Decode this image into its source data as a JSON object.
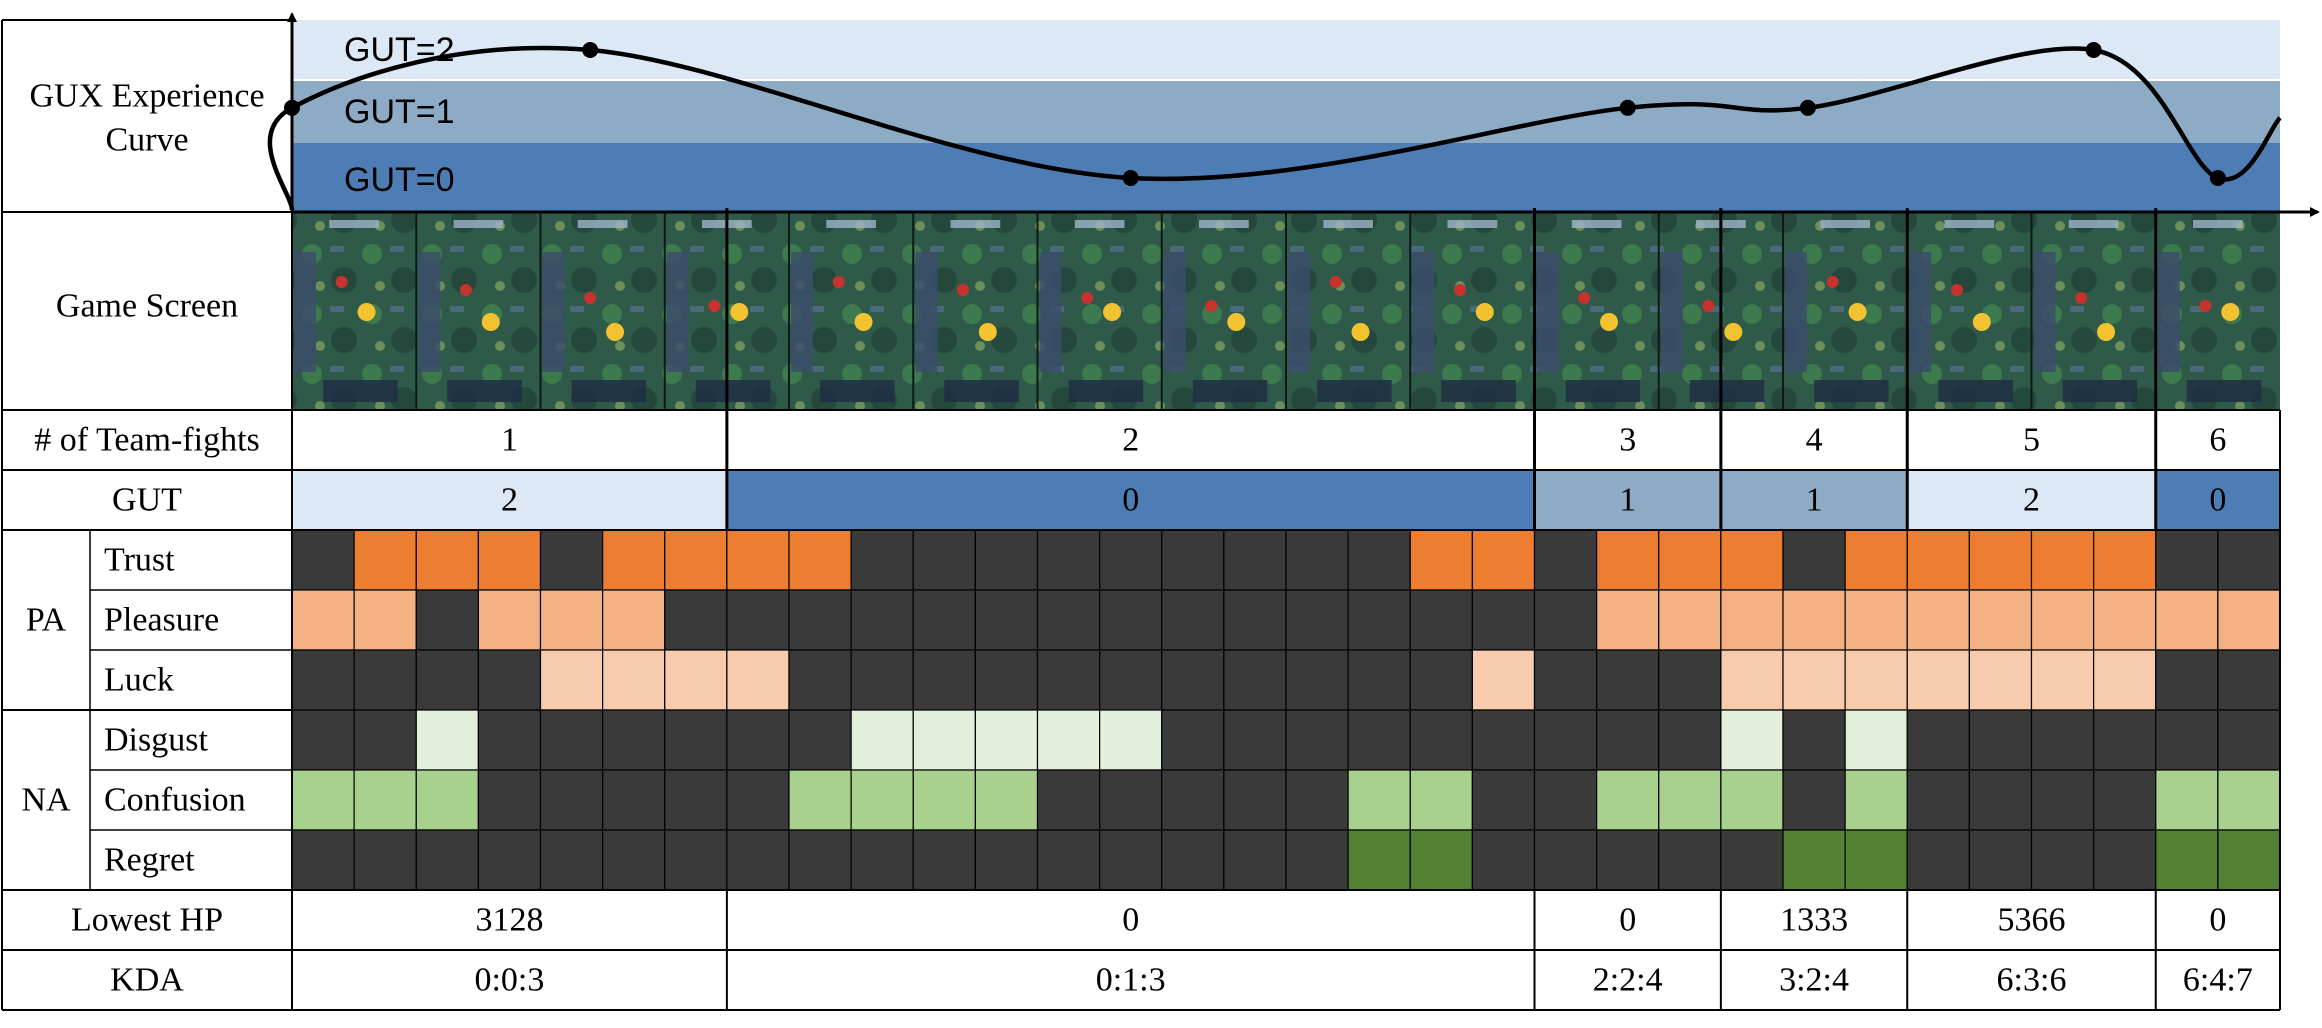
{
  "row_labels": {
    "curve": "GUX Experience Curve",
    "screen": "Game Screen",
    "fights": "# of Team-fights",
    "gut": "GUT",
    "lowest_hp": "Lowest HP",
    "kda": "KDA"
  },
  "groups": [
    {
      "label": "PA",
      "rows": [
        "Trust",
        "Pleasure",
        "Luck"
      ]
    },
    {
      "label": "NA",
      "rows": [
        "Disgust",
        "Confusion",
        "Regret"
      ]
    }
  ],
  "gut_levels": [
    {
      "label": "GUT=2",
      "value": 2,
      "color": "#dce8f5"
    },
    {
      "label": "GUT=1",
      "value": 1,
      "color": "#8eabc5"
    },
    {
      "label": "GUT=0",
      "value": 0,
      "color": "#4e7db5"
    }
  ],
  "fights": [
    {
      "number": "1",
      "gut": "2",
      "gut_value": 2,
      "lowest_hp": "3128",
      "kda": "0:0:3",
      "cells": 7
    },
    {
      "number": "2",
      "gut": "0",
      "gut_value": 0,
      "lowest_hp": "0",
      "kda": "0:1:3",
      "cells": 13
    },
    {
      "number": "3",
      "gut": "1",
      "gut_value": 1,
      "lowest_hp": "0",
      "kda": "2:2:4",
      "cells": 3
    },
    {
      "number": "4",
      "gut": "1",
      "gut_value": 1,
      "lowest_hp": "1333",
      "kda": "3:2:4",
      "cells": 3
    },
    {
      "number": "5",
      "gut": "2",
      "gut_value": 2,
      "lowest_hp": "5366",
      "kda": "6:3:6",
      "cells": 4
    },
    {
      "number": "6",
      "gut": "0",
      "gut_value": 0,
      "lowest_hp": "0",
      "kda": "6:4:7",
      "cells": 2
    }
  ],
  "emotion_grid": {
    "Trust": [
      0,
      1,
      1,
      1,
      0,
      1,
      1,
      1,
      1,
      0,
      0,
      0,
      0,
      0,
      0,
      0,
      0,
      0,
      1,
      1,
      0,
      1,
      1,
      1,
      0,
      1,
      1,
      1,
      1,
      1,
      0,
      0
    ],
    "Pleasure": [
      1,
      1,
      0,
      1,
      1,
      1,
      0,
      0,
      0,
      0,
      0,
      0,
      0,
      0,
      0,
      0,
      0,
      0,
      0,
      0,
      0,
      1,
      1,
      1,
      1,
      1,
      1,
      1,
      1,
      1,
      1,
      1
    ],
    "Luck": [
      0,
      0,
      0,
      0,
      1,
      1,
      1,
      1,
      0,
      0,
      0,
      0,
      0,
      0,
      0,
      0,
      0,
      0,
      0,
      1,
      0,
      0,
      0,
      1,
      1,
      1,
      1,
      1,
      1,
      1,
      0,
      0
    ],
    "Disgust": [
      0,
      0,
      1,
      0,
      0,
      0,
      0,
      0,
      0,
      1,
      1,
      1,
      1,
      1,
      0,
      0,
      0,
      0,
      0,
      0,
      0,
      0,
      0,
      1,
      0,
      1,
      0,
      0,
      0,
      0,
      0,
      0
    ],
    "Confusion": [
      1,
      1,
      1,
      0,
      0,
      0,
      0,
      0,
      1,
      1,
      1,
      1,
      0,
      0,
      0,
      0,
      0,
      1,
      1,
      0,
      0,
      1,
      1,
      1,
      0,
      1,
      0,
      0,
      0,
      0,
      1,
      1
    ],
    "Regret": [
      0,
      0,
      0,
      0,
      0,
      0,
      0,
      0,
      0,
      0,
      0,
      0,
      0,
      0,
      0,
      0,
      0,
      1,
      1,
      0,
      0,
      0,
      0,
      0,
      1,
      1,
      0,
      0,
      0,
      0,
      1,
      1
    ]
  },
  "emotion_colors": {
    "off": "#3a3a3a",
    "Trust": "#ed7d31",
    "Pleasure": "#f4b183",
    "Luck": "#f8cbad",
    "Disgust": "#e2efda",
    "Confusion": "#a9d18e",
    "Regret": "#548235"
  },
  "curve_points": [
    {
      "t": 0.0,
      "gut": 1.3
    },
    {
      "t": 4.8,
      "gut": 2.0
    },
    {
      "t": 13.5,
      "gut": 0.45
    },
    {
      "t": 21.5,
      "gut": 1.3
    },
    {
      "t": 24.4,
      "gut": 1.3
    },
    {
      "t": 29.0,
      "gut": 2.0
    },
    {
      "t": 31.0,
      "gut": 0.45
    }
  ]
}
